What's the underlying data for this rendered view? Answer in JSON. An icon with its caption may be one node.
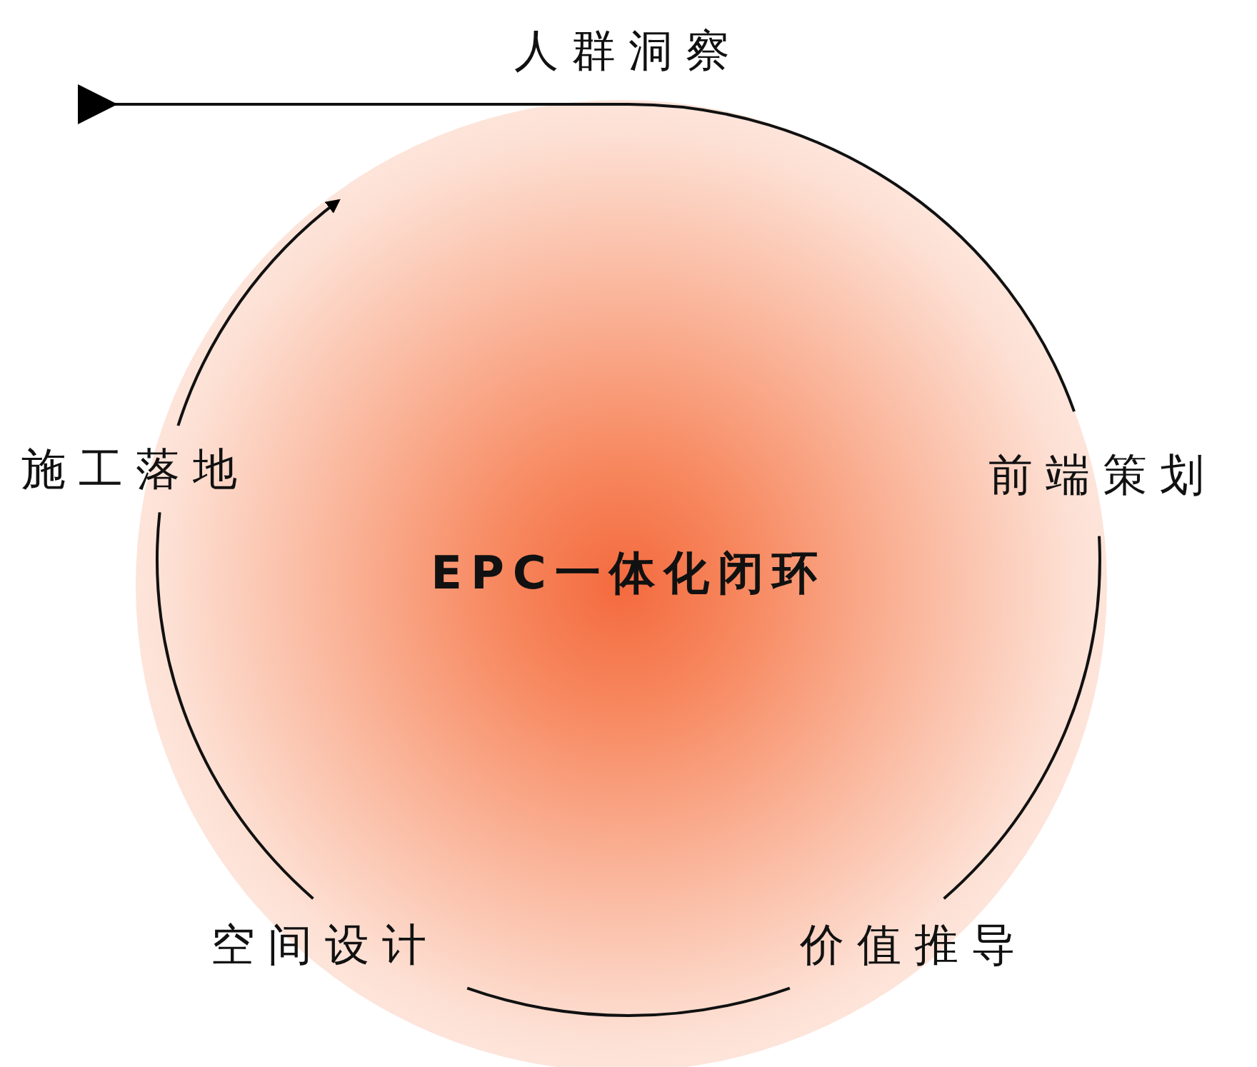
{
  "diagram": {
    "nodes": [
      {
        "text": [
          "人群洞察"
        ]
      },
      {
        "text": [
          "前端策划"
        ]
      },
      {
        "text": [
          "价值推导"
        ]
      },
      {
        "text": [
          "空间设计"
        ]
      },
      {
        "text": [
          "施工落地"
        ]
      }
    ],
    "edges": [
      {
        "from": 0,
        "to": null,
        "arrow": "other"
      },
      {
        "from": 0,
        "to": 1,
        "arrow": "none"
      },
      {
        "from": 1,
        "to": 2,
        "arrow": "none"
      },
      {
        "from": 2,
        "to": 3,
        "arrow": "none"
      },
      {
        "from": 3,
        "to": 4,
        "arrow": "none"
      },
      {
        "from": 4,
        "to": null,
        "arrow": "to"
      }
    ],
    "labels": [
      "EPC一体化闭环"
    ]
  }
}
